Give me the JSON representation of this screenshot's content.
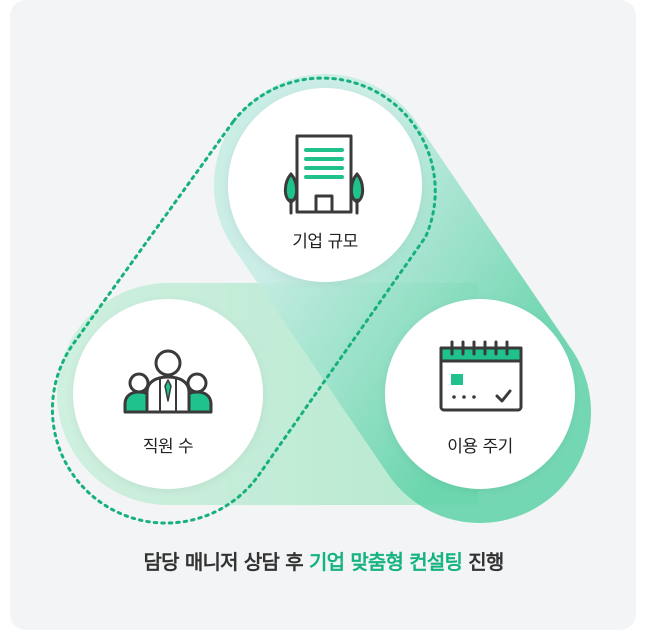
{
  "nodes": {
    "company_size": {
      "label": "기업 규모"
    },
    "employees": {
      "label": "직원 수"
    },
    "usage_cycle": {
      "label": "이용 주기"
    }
  },
  "caption": {
    "prefix": "담당 매니저 상담 후 ",
    "highlight": "기업 맞춤형 컨설팅",
    "suffix": " 진행"
  },
  "colors": {
    "accent": "#1fc28c",
    "dots": "#17b07f",
    "band_light": "#c9efda",
    "band_teal": "#9ee3cf",
    "icon_dark": "#3a3a3a",
    "background": "#f3f4f6"
  },
  "icons": [
    "building-icon",
    "employees-icon",
    "calendar-icon"
  ]
}
